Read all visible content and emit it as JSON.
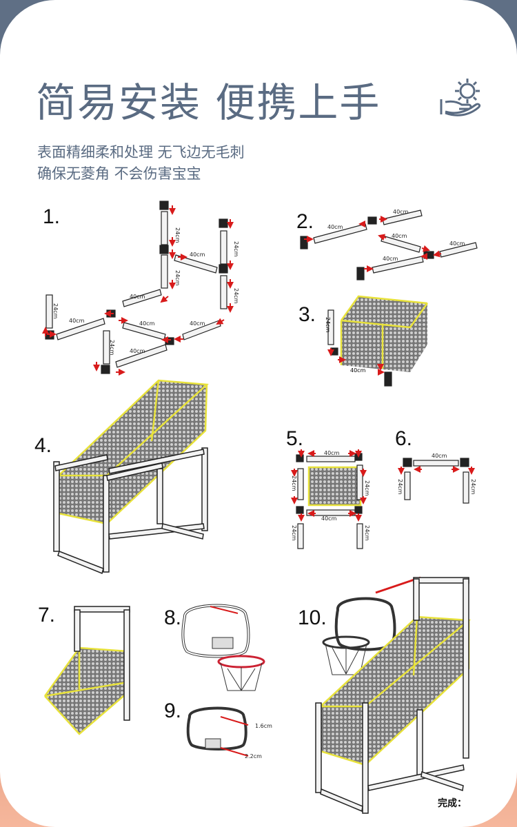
{
  "heading": {
    "title": "简易安装 便携上手",
    "line1": "表面精细柔和处理 无飞边无毛刺",
    "line2": "确保无菱角 不会伤害宝宝"
  },
  "icon": "gear-hand-icon",
  "colors": {
    "accent": "#5a6b82",
    "net": "#e8e23a",
    "arrow": "#d81b1b"
  },
  "steps": [
    "1.",
    "2.",
    "3.",
    "4.",
    "5.",
    "6.",
    "7.",
    "8.",
    "9.",
    "10."
  ],
  "dims": {
    "d40": "40cm",
    "d24": "24cm",
    "s16": "1.6cm",
    "s22": "2.2cm"
  },
  "done_label": "完成："
}
